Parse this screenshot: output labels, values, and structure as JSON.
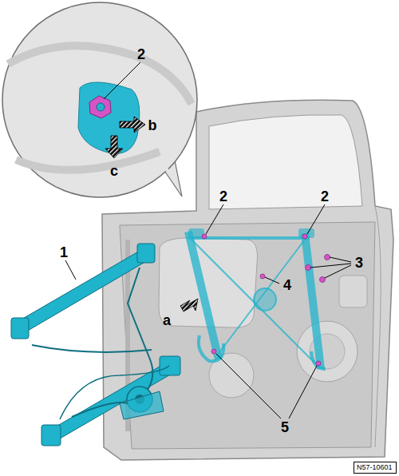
{
  "diagram": {
    "nodes": [
      {
        "text": [
          "N57-10601"
        ]
      }
    ],
    "labels": [
      "2",
      "b",
      "c",
      "2",
      "2",
      "1",
      "3",
      "4",
      "a",
      "5"
    ]
  }
}
